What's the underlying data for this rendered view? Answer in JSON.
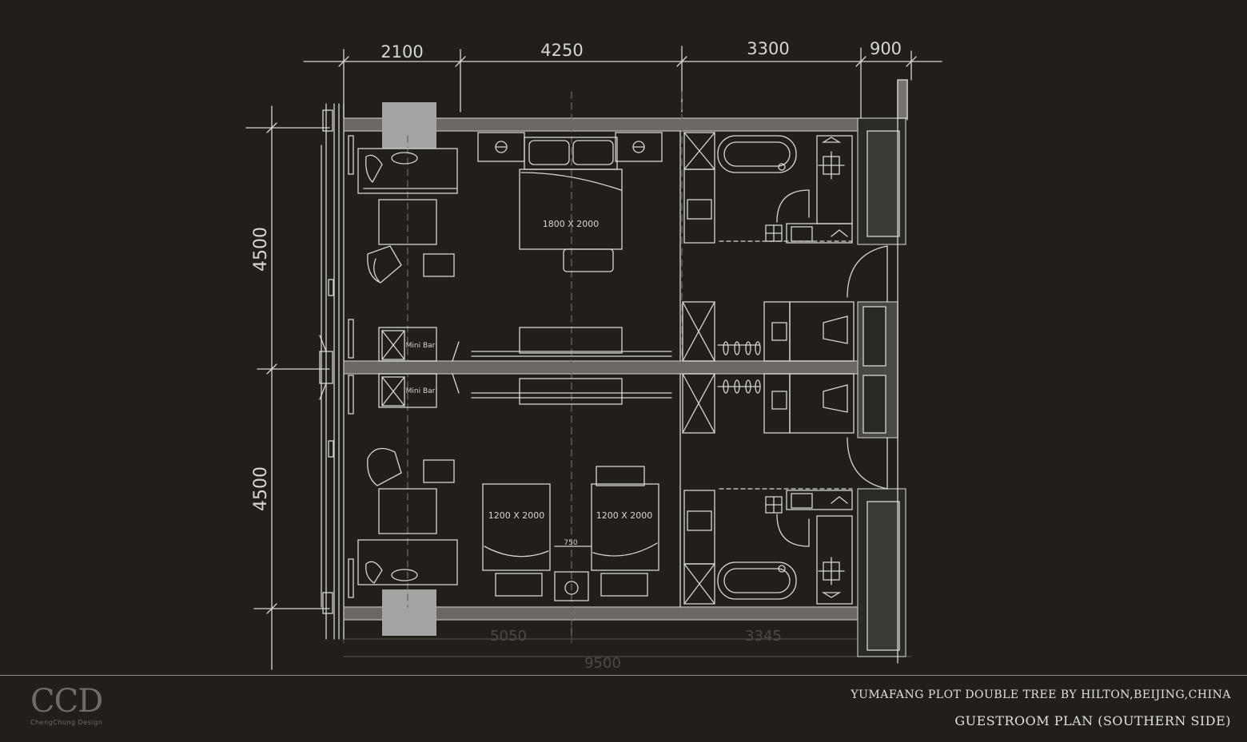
{
  "dimensions": {
    "top": [
      "2100",
      "4250",
      "3300",
      "900"
    ],
    "left": [
      "4500",
      "4500"
    ],
    "bottom": [
      "5050",
      "3345",
      "9500"
    ],
    "inner": "750"
  },
  "room_labels": {
    "king_bed": "1800 X 2000",
    "twin_bed_left": "1200 X 2000",
    "twin_bed_right": "1200 X 2000",
    "mini_bar_top": "Mini Bar",
    "mini_bar_bottom": "Mini Bar"
  },
  "logo": {
    "mark": "CCD",
    "sub": "ChengChung Design"
  },
  "title": {
    "project": "YUMAFANG PLOT DOUBLE TREE BY HILTON,BEIJING,CHINA",
    "drawing": "GUESTROOM PLAN (SOUTHERN SIDE)"
  },
  "colors": {
    "background": "#221f1b",
    "line": "#d8d6d0",
    "wall": "#9a9792",
    "column": "#a5a4a2"
  }
}
